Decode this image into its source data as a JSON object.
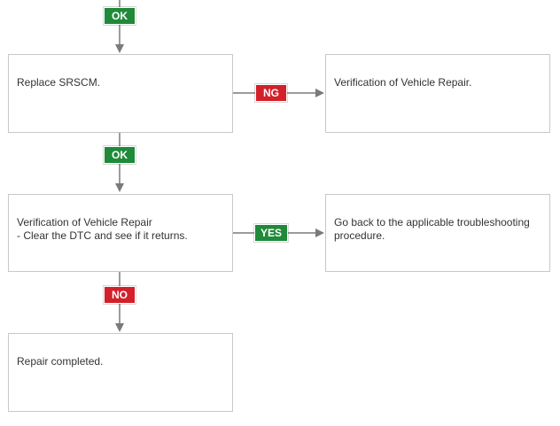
{
  "colors": {
    "ok": "#1f8a3a",
    "ng": "#d3202a",
    "yes": "#1f8a3a",
    "no": "#d3202a",
    "arrow": "#7a7a7a"
  },
  "badges": {
    "top_ok": "OK",
    "ng": "NG",
    "mid_ok": "OK",
    "yes": "YES",
    "no": "NO"
  },
  "boxes": {
    "replace_srscm": "Replace SRSCM.",
    "verification_right": "Verification of Vehicle Repair.",
    "verification_clear": "Verification of Vehicle Repair\n- Clear the DTC and see if it returns.",
    "go_back": "Go back to the applicable troubleshooting procedure.",
    "repair_completed": "Repair completed."
  }
}
